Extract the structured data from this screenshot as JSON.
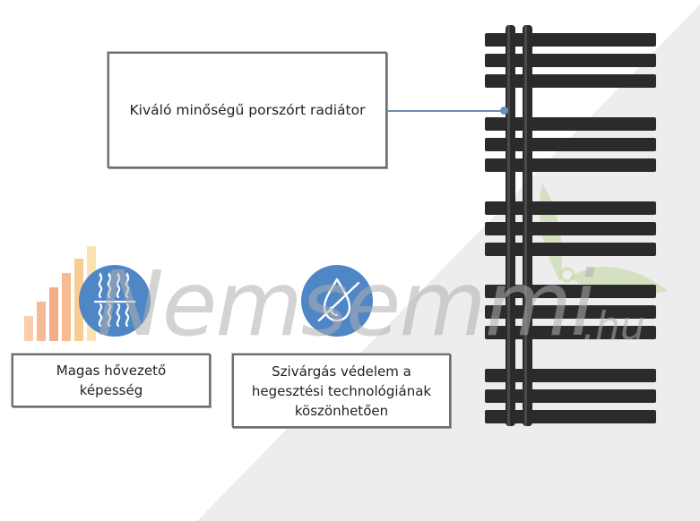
{
  "callouts": {
    "main": "Kiváló minőségű porszórt radiátor",
    "heat_line1": "Magas hővezető",
    "heat_line2": "képesség",
    "leak_line1": "Szivárgás védelem a",
    "leak_line2": "hegesztési technológiának",
    "leak_line3": "köszönhetően"
  },
  "watermark": {
    "text": "Nemsemmi",
    "suffix": ".hu"
  },
  "colors": {
    "icon_blue": "#4f86c6",
    "radiator": "#2b2b2b",
    "connector": "#6b8fb8"
  },
  "icons": [
    "heat-waves-icon",
    "water-drop-crossed-icon"
  ]
}
